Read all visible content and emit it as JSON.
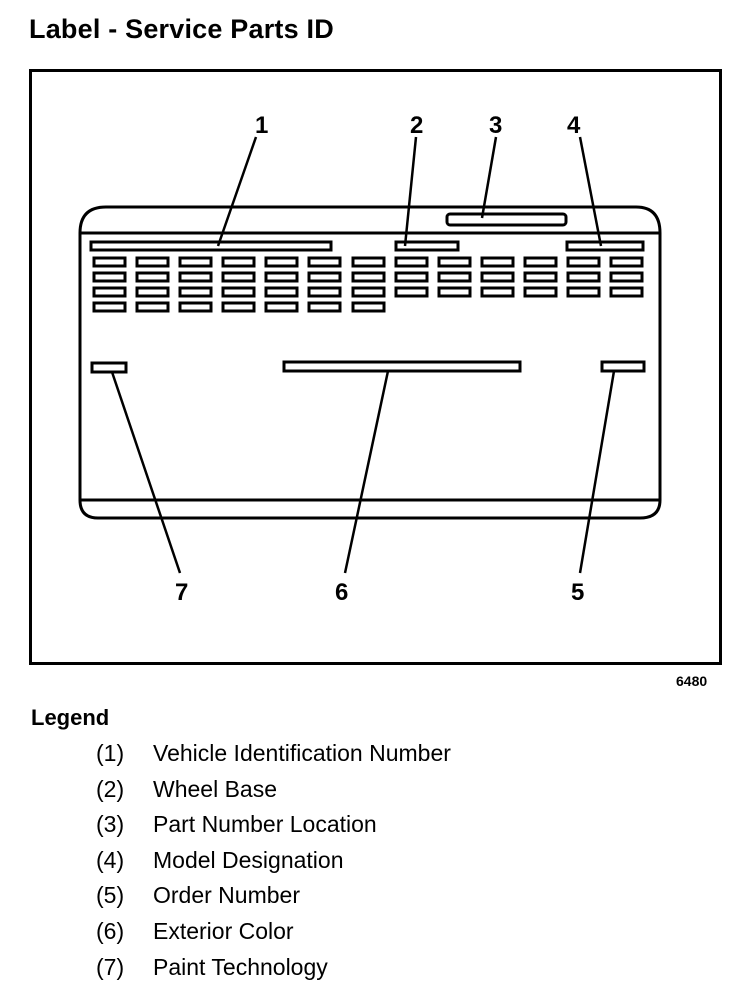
{
  "title": "Label - Service Parts ID",
  "figure_number": "6480",
  "callouts": [
    "1",
    "2",
    "3",
    "4",
    "5",
    "6",
    "7"
  ],
  "legend": {
    "title": "Legend",
    "items": [
      {
        "num": "(1)",
        "label": "Vehicle Identification Number"
      },
      {
        "num": "(2)",
        "label": "Wheel Base"
      },
      {
        "num": "(3)",
        "label": "Part Number Location"
      },
      {
        "num": "(4)",
        "label": "Model Designation"
      },
      {
        "num": "(5)",
        "label": "Order Number"
      },
      {
        "num": "(6)",
        "label": "Exterior Color"
      },
      {
        "num": "(7)",
        "label": "Paint Technology"
      }
    ]
  }
}
